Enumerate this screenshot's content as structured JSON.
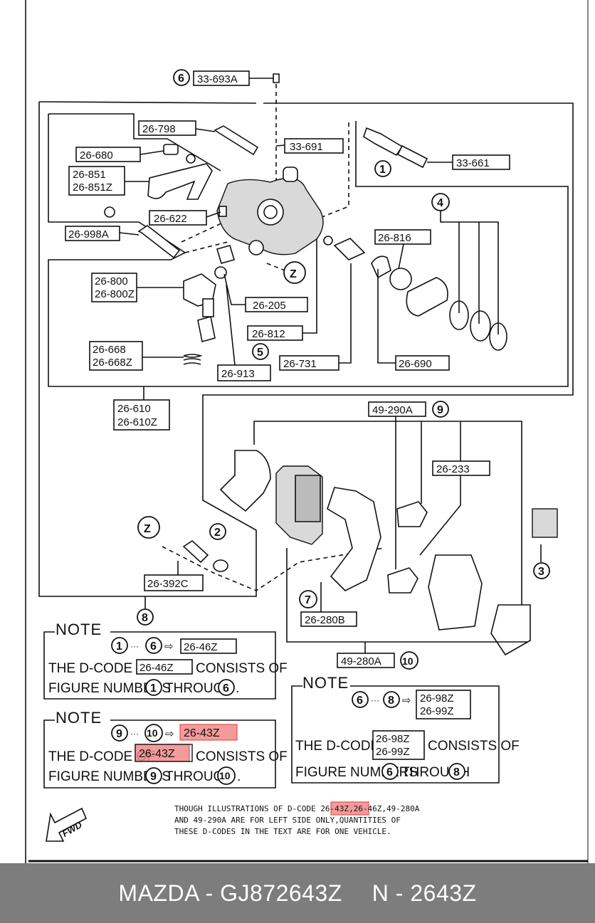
{
  "parts": {
    "p33693A": "33-693A",
    "p26798": "26-798",
    "p33691": "33-691",
    "p26680": "26-680",
    "p26851": "26-851",
    "p26851Z": "26-851Z",
    "p33661": "33-661",
    "p26622": "26-622",
    "p26998A": "26-998A",
    "p26816": "26-816",
    "p26800": "26-800",
    "p26800Z": "26-800Z",
    "p26205": "26-205",
    "p26812": "26-812",
    "p26668": "26-668",
    "p26668Z": "26-668Z",
    "p26913": "26-913",
    "p26731": "26-731",
    "p26690": "26-690",
    "p26610": "26-610",
    "p26610Z": "26-610Z",
    "p49290A": "49-290A",
    "p26233": "26-233",
    "p26392C": "26-392C",
    "p26280B": "26-280B",
    "p49280A": "49-280A"
  },
  "circles": {
    "c1": "1",
    "c2": "2",
    "c3": "3",
    "c4": "4",
    "c5": "5",
    "c6": "6",
    "c7": "7",
    "c8": "8",
    "c9": "9",
    "c10": "10",
    "cz": "Z"
  },
  "notes": {
    "heading": "NOTE",
    "note1": {
      "range_from": "1",
      "range_to": "6",
      "code": "26-46Z",
      "line1_prefix": "THE D-CODE OF",
      "line1_suffix": "CONSISTS OF",
      "line2_prefix": "FIGURE NUMBERS",
      "line2_mid": "THROUGH",
      "line2_end": "."
    },
    "note2": {
      "range_from": "9",
      "range_to": "10",
      "code": "26-43Z",
      "line1_prefix": "THE D-CODE OF",
      "line1_suffix": "CONSISTS OF",
      "line2_prefix": "FIGURE NUMBERS",
      "line2_mid": "THROUGH",
      "line2_end": "."
    },
    "note3": {
      "range_from": "6",
      "range_to": "8",
      "code_a": "26-98Z",
      "code_b": "26-99Z",
      "line1_prefix": "THE D-CODE OF",
      "line1_suffix": "CONSISTS OF",
      "line2_prefix": "FIGURE NUMBERS",
      "line2_mid": "THROUGH",
      "line2_end": "."
    }
  },
  "footnote": {
    "line1_prefix": "THOUGH ILLUSTRATIONS OF D-CODE ",
    "line1_highlight": "26-43Z",
    "line1_suffix": ",26-46Z,49-280A",
    "line2": "AND 49-290A ARE FOR LEFT SIDE ONLY,QUANTITIES OF",
    "line3": "THESE D-CODES IN THE TEXT ARE FOR ONE VEHICLE."
  },
  "fwd_label": "FWD",
  "footer": {
    "left": "MAZDA - GJ872643Z",
    "right": "N - 2643Z"
  },
  "colors": {
    "highlight": "#f28a8a",
    "footer_bg": "#7d7d7d"
  }
}
